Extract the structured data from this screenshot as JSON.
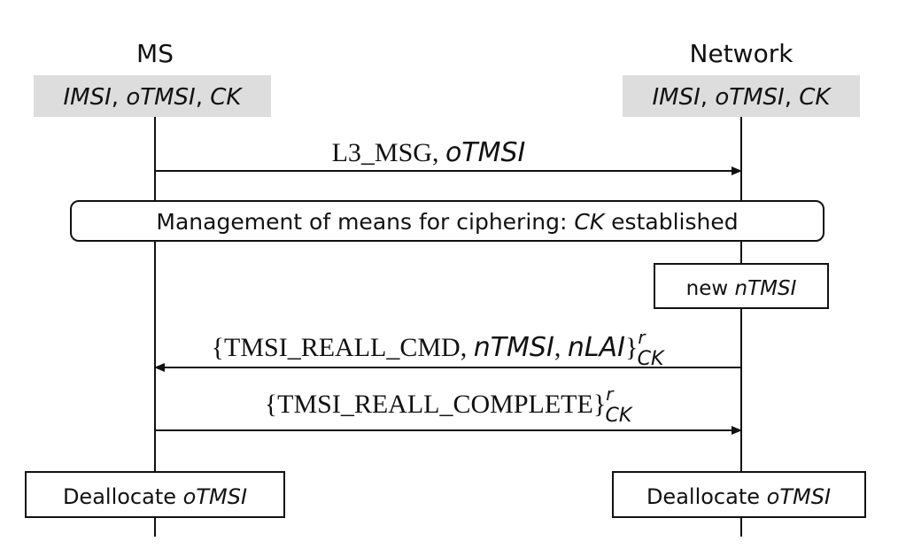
{
  "participants": {
    "ms": {
      "name": "MS",
      "state": [
        "IMSI",
        "oTMSI",
        "CK"
      ]
    },
    "network": {
      "name": "Network",
      "state": [
        "IMSI",
        "oTMSI",
        "CK"
      ]
    }
  },
  "msg1": {
    "label": "L3_MSG",
    "param": "oTMSI"
  },
  "cipher_setup": {
    "prefix": "Management of means for ciphering: ",
    "key": "CK",
    "suffix": " established"
  },
  "new_tmsi": {
    "word": "new",
    "var": "nTMSI"
  },
  "msg2": {
    "open": "{",
    "label": "TMSI_REALL_CMD",
    "params": [
      "nTMSI",
      "nLAI"
    ],
    "close": "}",
    "sup": "r",
    "sub": "CK"
  },
  "msg3": {
    "open": "{",
    "label": "TMSI_REALL_COMPLETE",
    "close": "}",
    "sup": "r",
    "sub": "CK"
  },
  "dealloc_ms": {
    "word": "Deallocate",
    "var": "oTMSI"
  },
  "dealloc_net": {
    "word": "Deallocate",
    "var": "oTMSI"
  },
  "colors": {
    "state_box": "#dddddd",
    "line": "#111111"
  }
}
